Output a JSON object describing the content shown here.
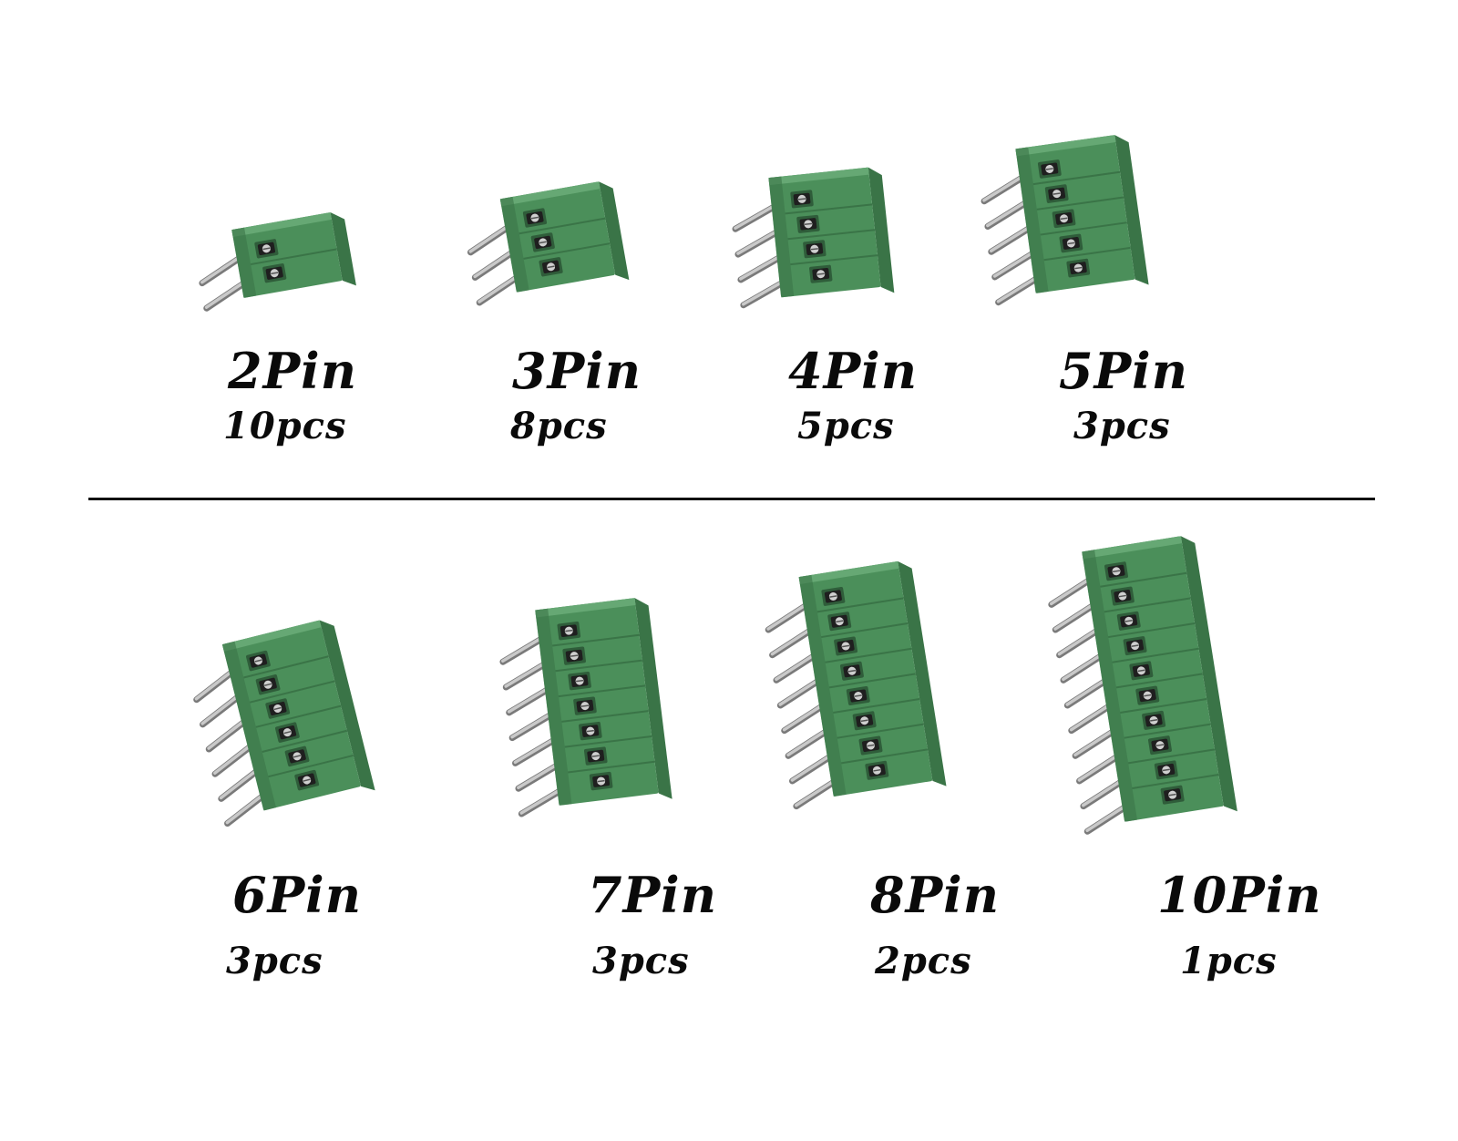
{
  "colors": {
    "housing": "#4b8f5a",
    "housing_dark": "#3a7447",
    "housing_light": "#66a874",
    "pin_metal": "#c9c9c9",
    "text": "#0a0a0a"
  },
  "products": [
    {
      "pins": 2,
      "pin_label": "2Pin",
      "qty_label": "10pcs"
    },
    {
      "pins": 3,
      "pin_label": "3Pin",
      "qty_label": "8pcs"
    },
    {
      "pins": 4,
      "pin_label": "4Pin",
      "qty_label": "5pcs"
    },
    {
      "pins": 5,
      "pin_label": "5Pin",
      "qty_label": "3pcs"
    },
    {
      "pins": 6,
      "pin_label": "6Pin",
      "qty_label": "3pcs"
    },
    {
      "pins": 7,
      "pin_label": "7Pin",
      "qty_label": "3pcs"
    },
    {
      "pins": 8,
      "pin_label": "8Pin",
      "qty_label": "2pcs"
    },
    {
      "pins": 10,
      "pin_label": "10Pin",
      "qty_label": "1pcs"
    }
  ]
}
